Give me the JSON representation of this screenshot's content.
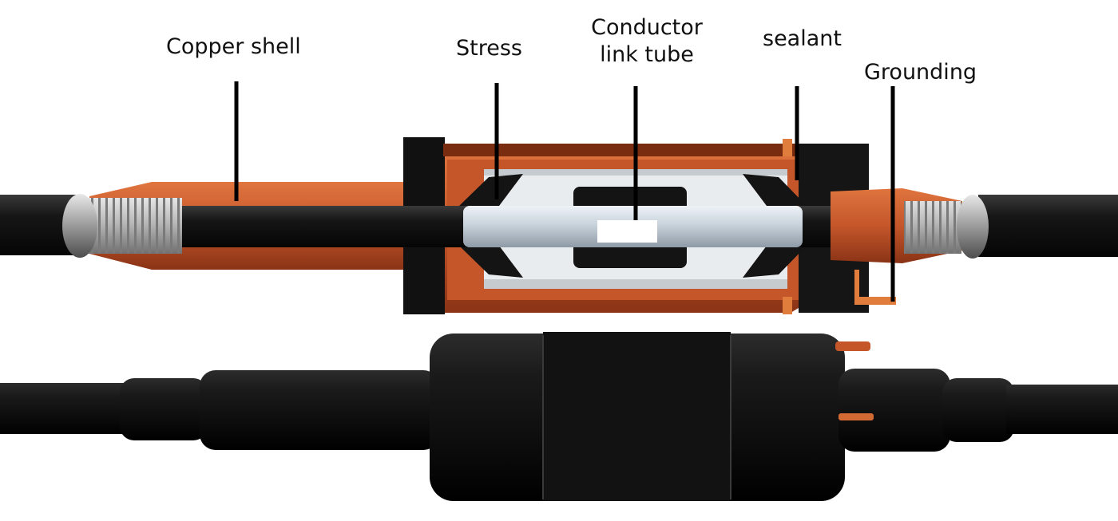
{
  "labels": {
    "copper_shell": "Copper shell",
    "stress": "Stress",
    "conductor_line1": "Conductor",
    "conductor_line2": "link tube",
    "sealant": "sealant",
    "grounding": "Grounding"
  },
  "colors": {
    "copper": "#c4562a",
    "copper_dark": "#8a3316",
    "insulation_black": "#141414",
    "tube_silver": "#c9d3dc",
    "cavity_light": "#e9ecef",
    "background": "#ffffff"
  }
}
